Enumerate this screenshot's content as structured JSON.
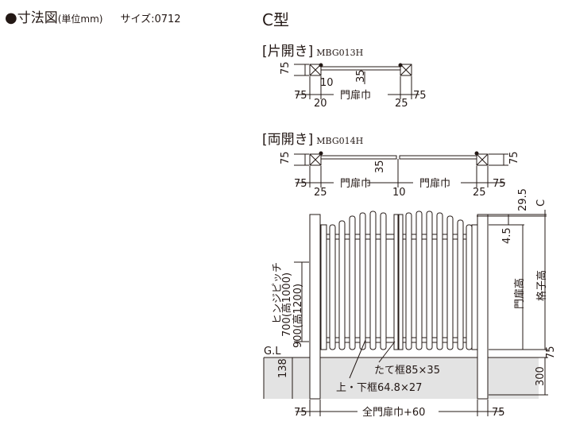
{
  "header": {
    "bullet": "●",
    "title": "寸法図",
    "unit": "(単位mm)",
    "size_label": "サイズ:0712"
  },
  "type_title": "C型",
  "single": {
    "title": "[片開き]",
    "model": "MBG013H",
    "dims": {
      "left_75": "75",
      "ten": "10",
      "thirtyfive": "35",
      "bottom_75_left": "75",
      "twenty": "20",
      "gate_width": "門扉巾",
      "twentyfive": "25",
      "bottom_75_right": "75"
    }
  },
  "double": {
    "title": "[両開き]",
    "model": "MBG014H",
    "dims": {
      "left_75": "75",
      "thirtyfive": "35",
      "right_75": "75",
      "bottom_75_left": "75",
      "twentyfive_left": "25",
      "gate_width_left": "門扉巾",
      "ten": "10",
      "gate_width_right": "門扉巾",
      "twentyfive_right": "25",
      "bottom_75_right": "75"
    }
  },
  "elevation": {
    "dim_29_5": "29.5",
    "dim_C": "C",
    "dim_4_5": "4.5",
    "gate_height": "門扉高",
    "lattice_height": "格子高",
    "hinge_pitch": "ヒンジピッチ",
    "hinge_700": "700(高1000)",
    "hinge_900": "900(高1200)",
    "gl": "G.L",
    "dim_138": "138",
    "dim_75": "75",
    "dim_300": "300",
    "vertical_frame": "たて框85×35",
    "top_bottom_frame": "上・下框64.8×27",
    "bottom_75_left": "75",
    "overall_width": "全門扉巾+60",
    "bottom_75_right": "75"
  }
}
